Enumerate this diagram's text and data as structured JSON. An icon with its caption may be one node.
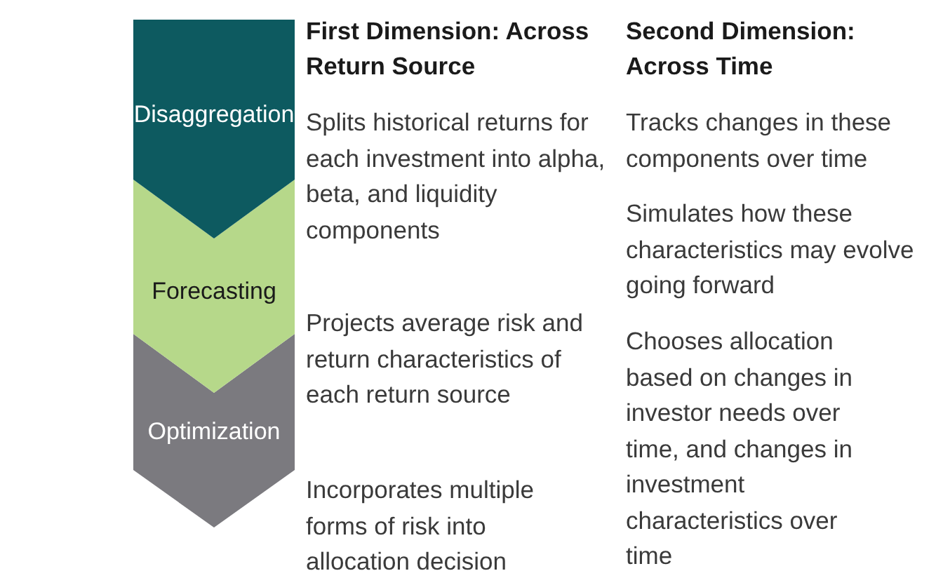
{
  "diagram": {
    "nodes": [
      {
        "text": [
          "Disaggregation"
        ]
      },
      {
        "text": [
          "Forecasting"
        ]
      },
      {
        "text": [
          "Optimization"
        ]
      }
    ],
    "edges": [],
    "labels": [
      "First Dimension: Across Return Source",
      "Second Dimension: Across Time",
      "Splits historical returns for each investment into alpha, beta, and liquidity components",
      "Tracks changes in these components over time",
      "Simulates how these characteristics may evolve going forward",
      "Projects average risk and return characteristics of each return source",
      "Chooses allocation based on changes in investor needs over time, and changes in investment characteristics over time",
      "Incorporates multiple forms of risk into allocation decision"
    ]
  }
}
